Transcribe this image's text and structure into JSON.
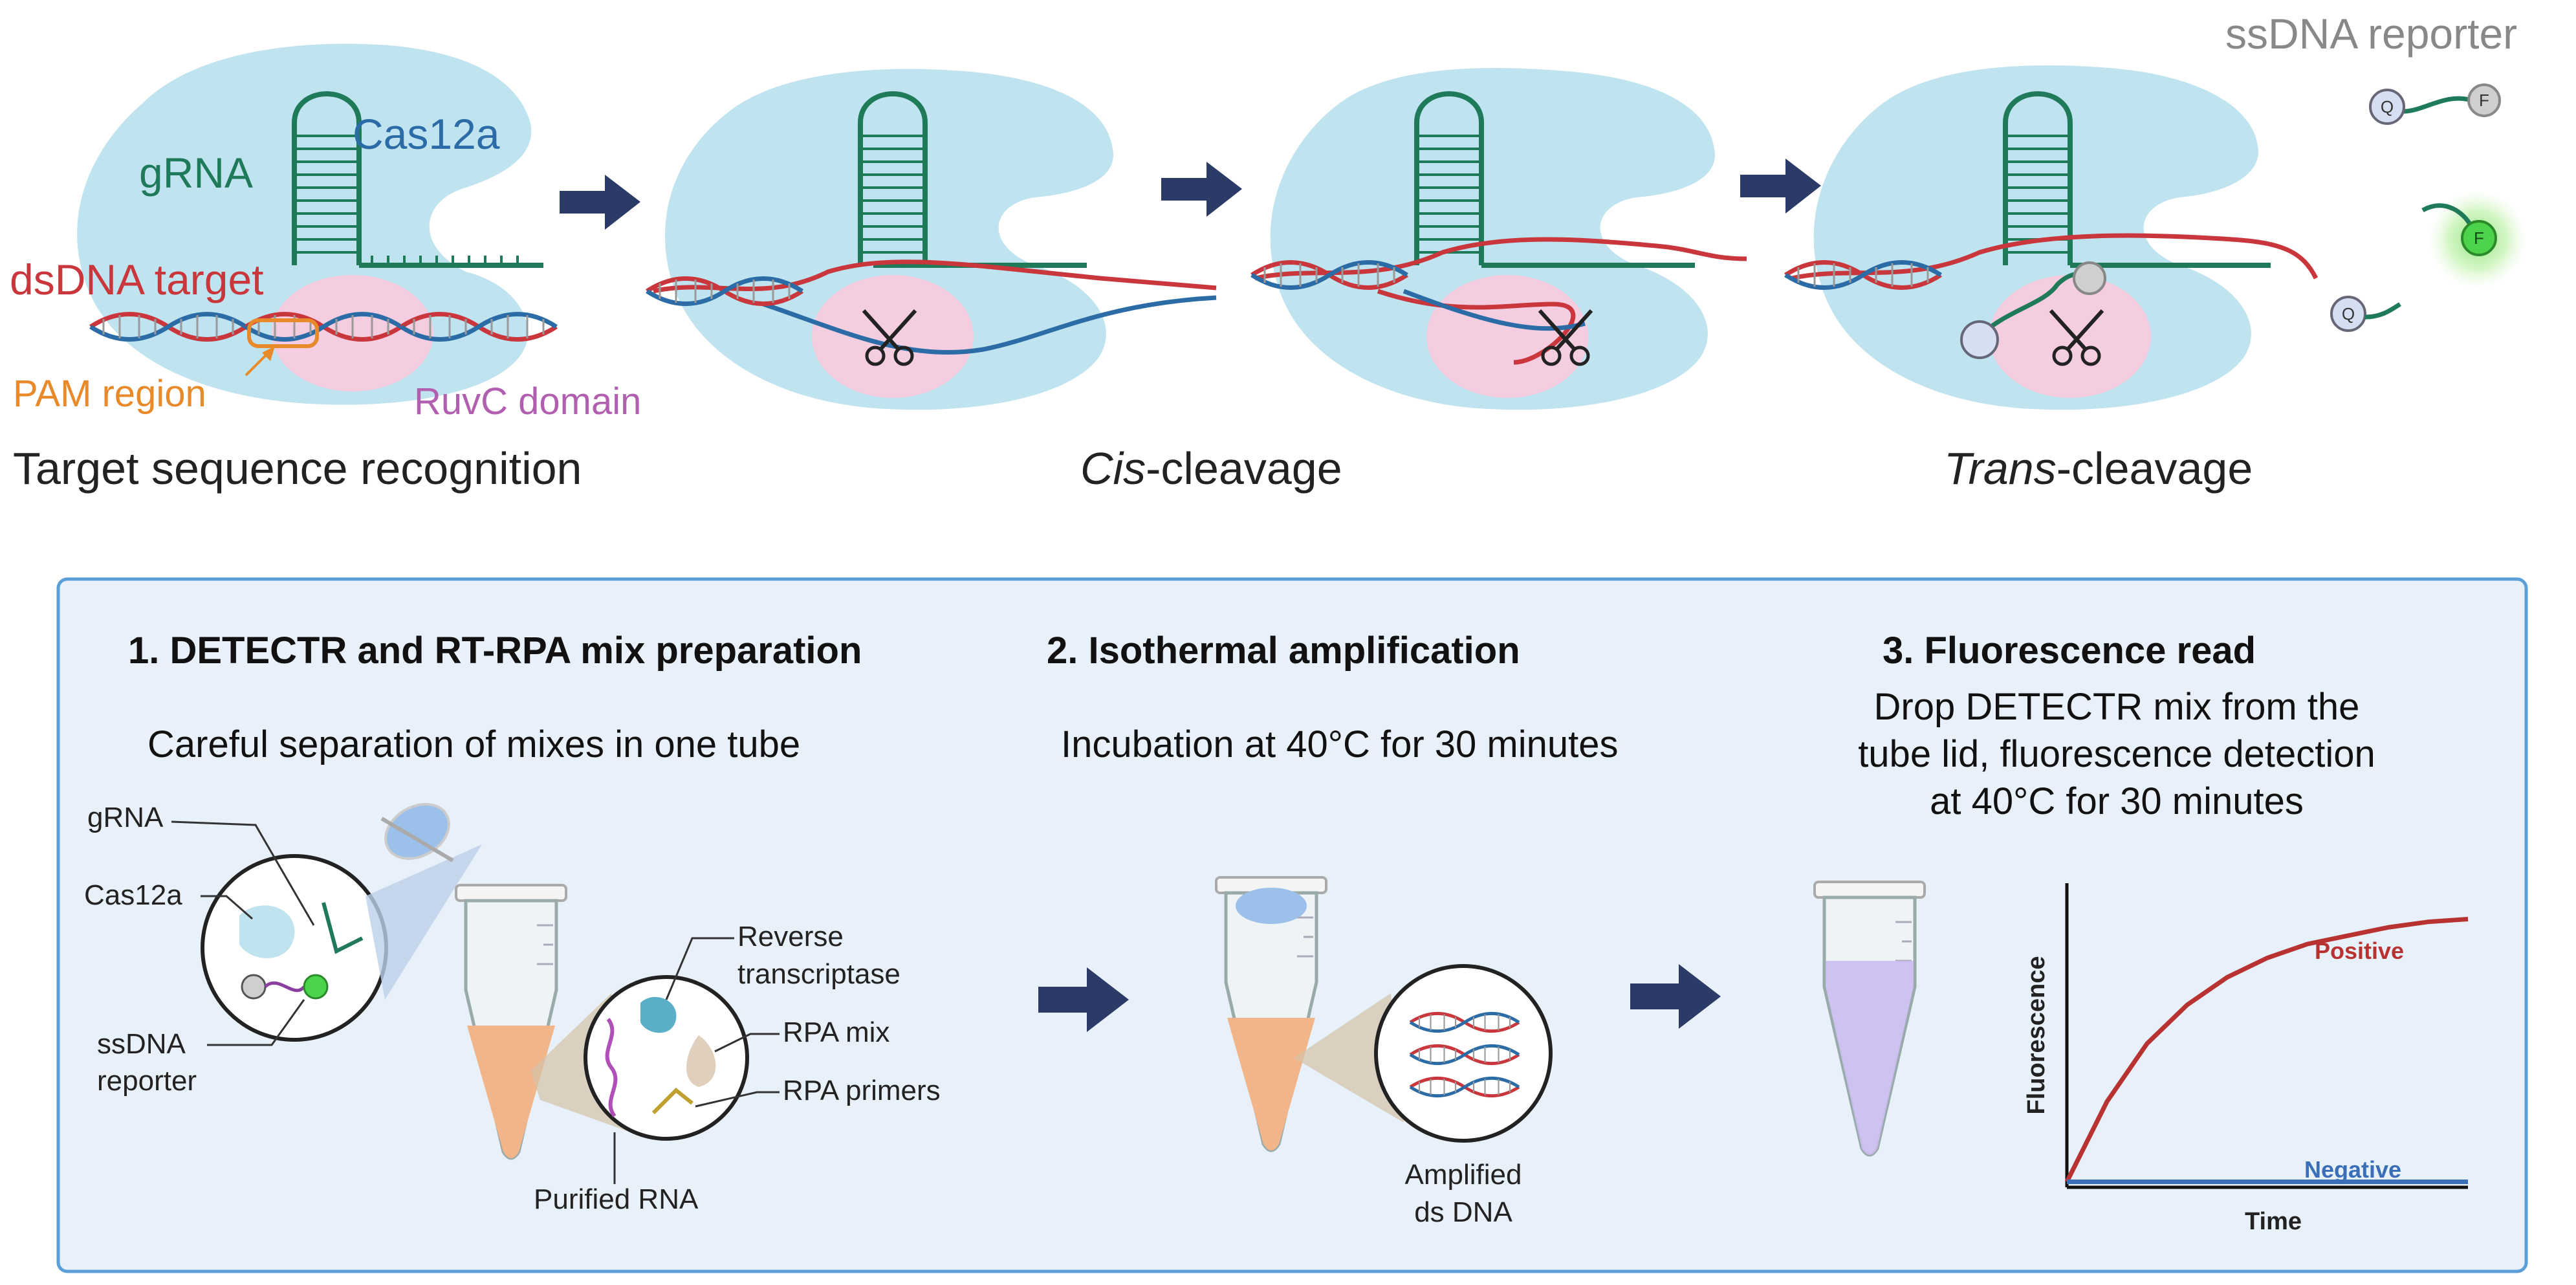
{
  "top_panel": {
    "stage1": {
      "labels": {
        "gRNA": "gRNA",
        "cas12a": "Cas12a",
        "dsdna_target": "dsDNA target",
        "pam_region": "PAM region",
        "ruvc_domain": "RuvC domain"
      },
      "caption": "Target sequence recognition"
    },
    "stage2": {
      "caption_italic": "Cis",
      "caption_rest": "-cleavage"
    },
    "stage3": {
      "caption_italic": "Trans",
      "caption_rest": "-cleavage",
      "reporter_label": "ssDNA reporter"
    },
    "reporter_q": "Q",
    "reporter_f": "F"
  },
  "bottom_panel": {
    "step1": {
      "title": "1.  DETECTR and RT-RPA mix preparation",
      "subtitle": "Careful separation of mixes in one tube",
      "labels": {
        "gRNA": "gRNA",
        "cas12a": "Cas12a",
        "ssdna_line1": "ssDNA",
        "ssdna_line2": "reporter",
        "rt_line1": "Reverse",
        "rt_line2": "transcriptase",
        "rpa_mix": "RPA mix",
        "rpa_primers": "RPA primers",
        "purified_rna": "Purified RNA"
      }
    },
    "step2": {
      "title": "2. Isothermal amplification",
      "subtitle": "Incubation at 40°C for 30 minutes",
      "amplified_line1": "Amplified",
      "amplified_line2": "ds DNA"
    },
    "step3": {
      "title": "3. Fluorescence read",
      "subtitle_lines": [
        "Drop DETECTR mix from the",
        "tube lid, fluorescence detection",
        "at 40°C for 30 minutes"
      ]
    }
  },
  "chart_data": {
    "type": "line",
    "xlabel": "Time",
    "ylabel": "Fluorescence",
    "series": [
      {
        "name": "Positive",
        "color": "#b83232",
        "x": [
          0,
          0.1,
          0.2,
          0.3,
          0.4,
          0.5,
          0.6,
          0.7,
          0.8,
          0.9,
          1.0
        ],
        "values": [
          0.02,
          0.31,
          0.52,
          0.66,
          0.76,
          0.83,
          0.88,
          0.91,
          0.94,
          0.96,
          0.97
        ]
      },
      {
        "name": "Negative",
        "color": "#3a6fb8",
        "x": [
          0,
          1.0
        ],
        "values": [
          0.02,
          0.02
        ]
      }
    ],
    "xlim": [
      0,
      1
    ],
    "ylim": [
      0,
      1.1
    ]
  },
  "colors": {
    "cas12a_body": "#bfe3ef",
    "ruvc": "#f4cde0",
    "grna": "#1f7a5a",
    "dna_red": "#c9363b",
    "dna_blue": "#2b6ca6",
    "pam": "#e8892a",
    "arrow": "#2b3a67",
    "panel_bg": "#e8f1f9",
    "panel_border": "#5a9fd8",
    "tube_liquid": "#f2b489",
    "tube_purple": "#c9bdf0"
  }
}
